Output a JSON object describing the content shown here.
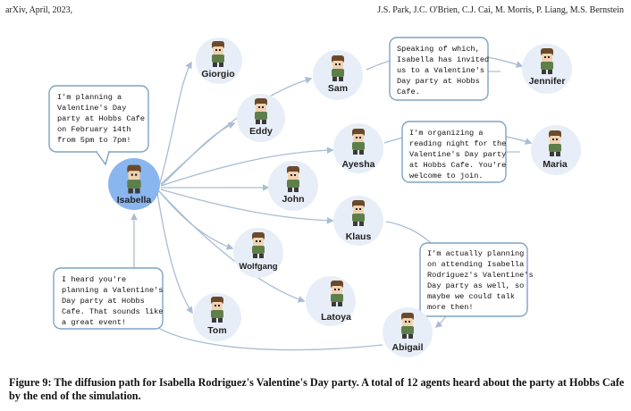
{
  "header": {
    "left": "arXiv, April, 2023,",
    "right": "J.S. Park, J.C. O'Brien, C.J. Cai, M. Morris, P. Liang, M.S. Bernstein"
  },
  "agents": {
    "isabella": "Isabella",
    "giorgio": "Giorgio",
    "sam": "Sam",
    "eddy": "Eddy",
    "ayesha": "Ayesha",
    "john": "John",
    "klaus": "Klaus",
    "wolfgang": "Wolfgang",
    "tom": "Tom",
    "latoya": "Latoya",
    "abigail": "Abigail",
    "jennifer": "Jennifer",
    "maria": "Maria"
  },
  "bubbles": {
    "isabella": [
      "I'm planning a",
      "Valentine's Day",
      "party at Hobbs Cafe",
      "on February 14th",
      "from 5pm to 7pm!"
    ],
    "sam": [
      "Speaking of which,",
      "Isabella has invited",
      "us to a Valentine's",
      "Day party at Hobbs",
      "Cafe."
    ],
    "ayesha": [
      "I'm organizing a",
      "reading night for the",
      "Valentine's Day party",
      "at Hobbs Cafe. You're",
      "welcome to join."
    ],
    "klaus": [
      "I'm actually planning",
      "on attending Isabella",
      "Rodriguez's Valentine's",
      "Day party as well, so",
      "maybe we could talk",
      "more then!"
    ],
    "tom": [
      "I heard you're",
      "planning a Valentine's",
      "Day party at Hobbs",
      "Cafe. That sounds like",
      "a great event!"
    ]
  },
  "colors": {
    "node_fill": "#e8eef8",
    "isabella_fill": "#8ab6f0",
    "edge": "#a9bdd3",
    "bubble_border": "#7fa3c4"
  },
  "caption": "Figure 9: The diffusion path for Isabella Rodriguez's Valentine's Day party. A total of 12 agents heard about the party at Hobbs Cafe by the end of the simulation."
}
